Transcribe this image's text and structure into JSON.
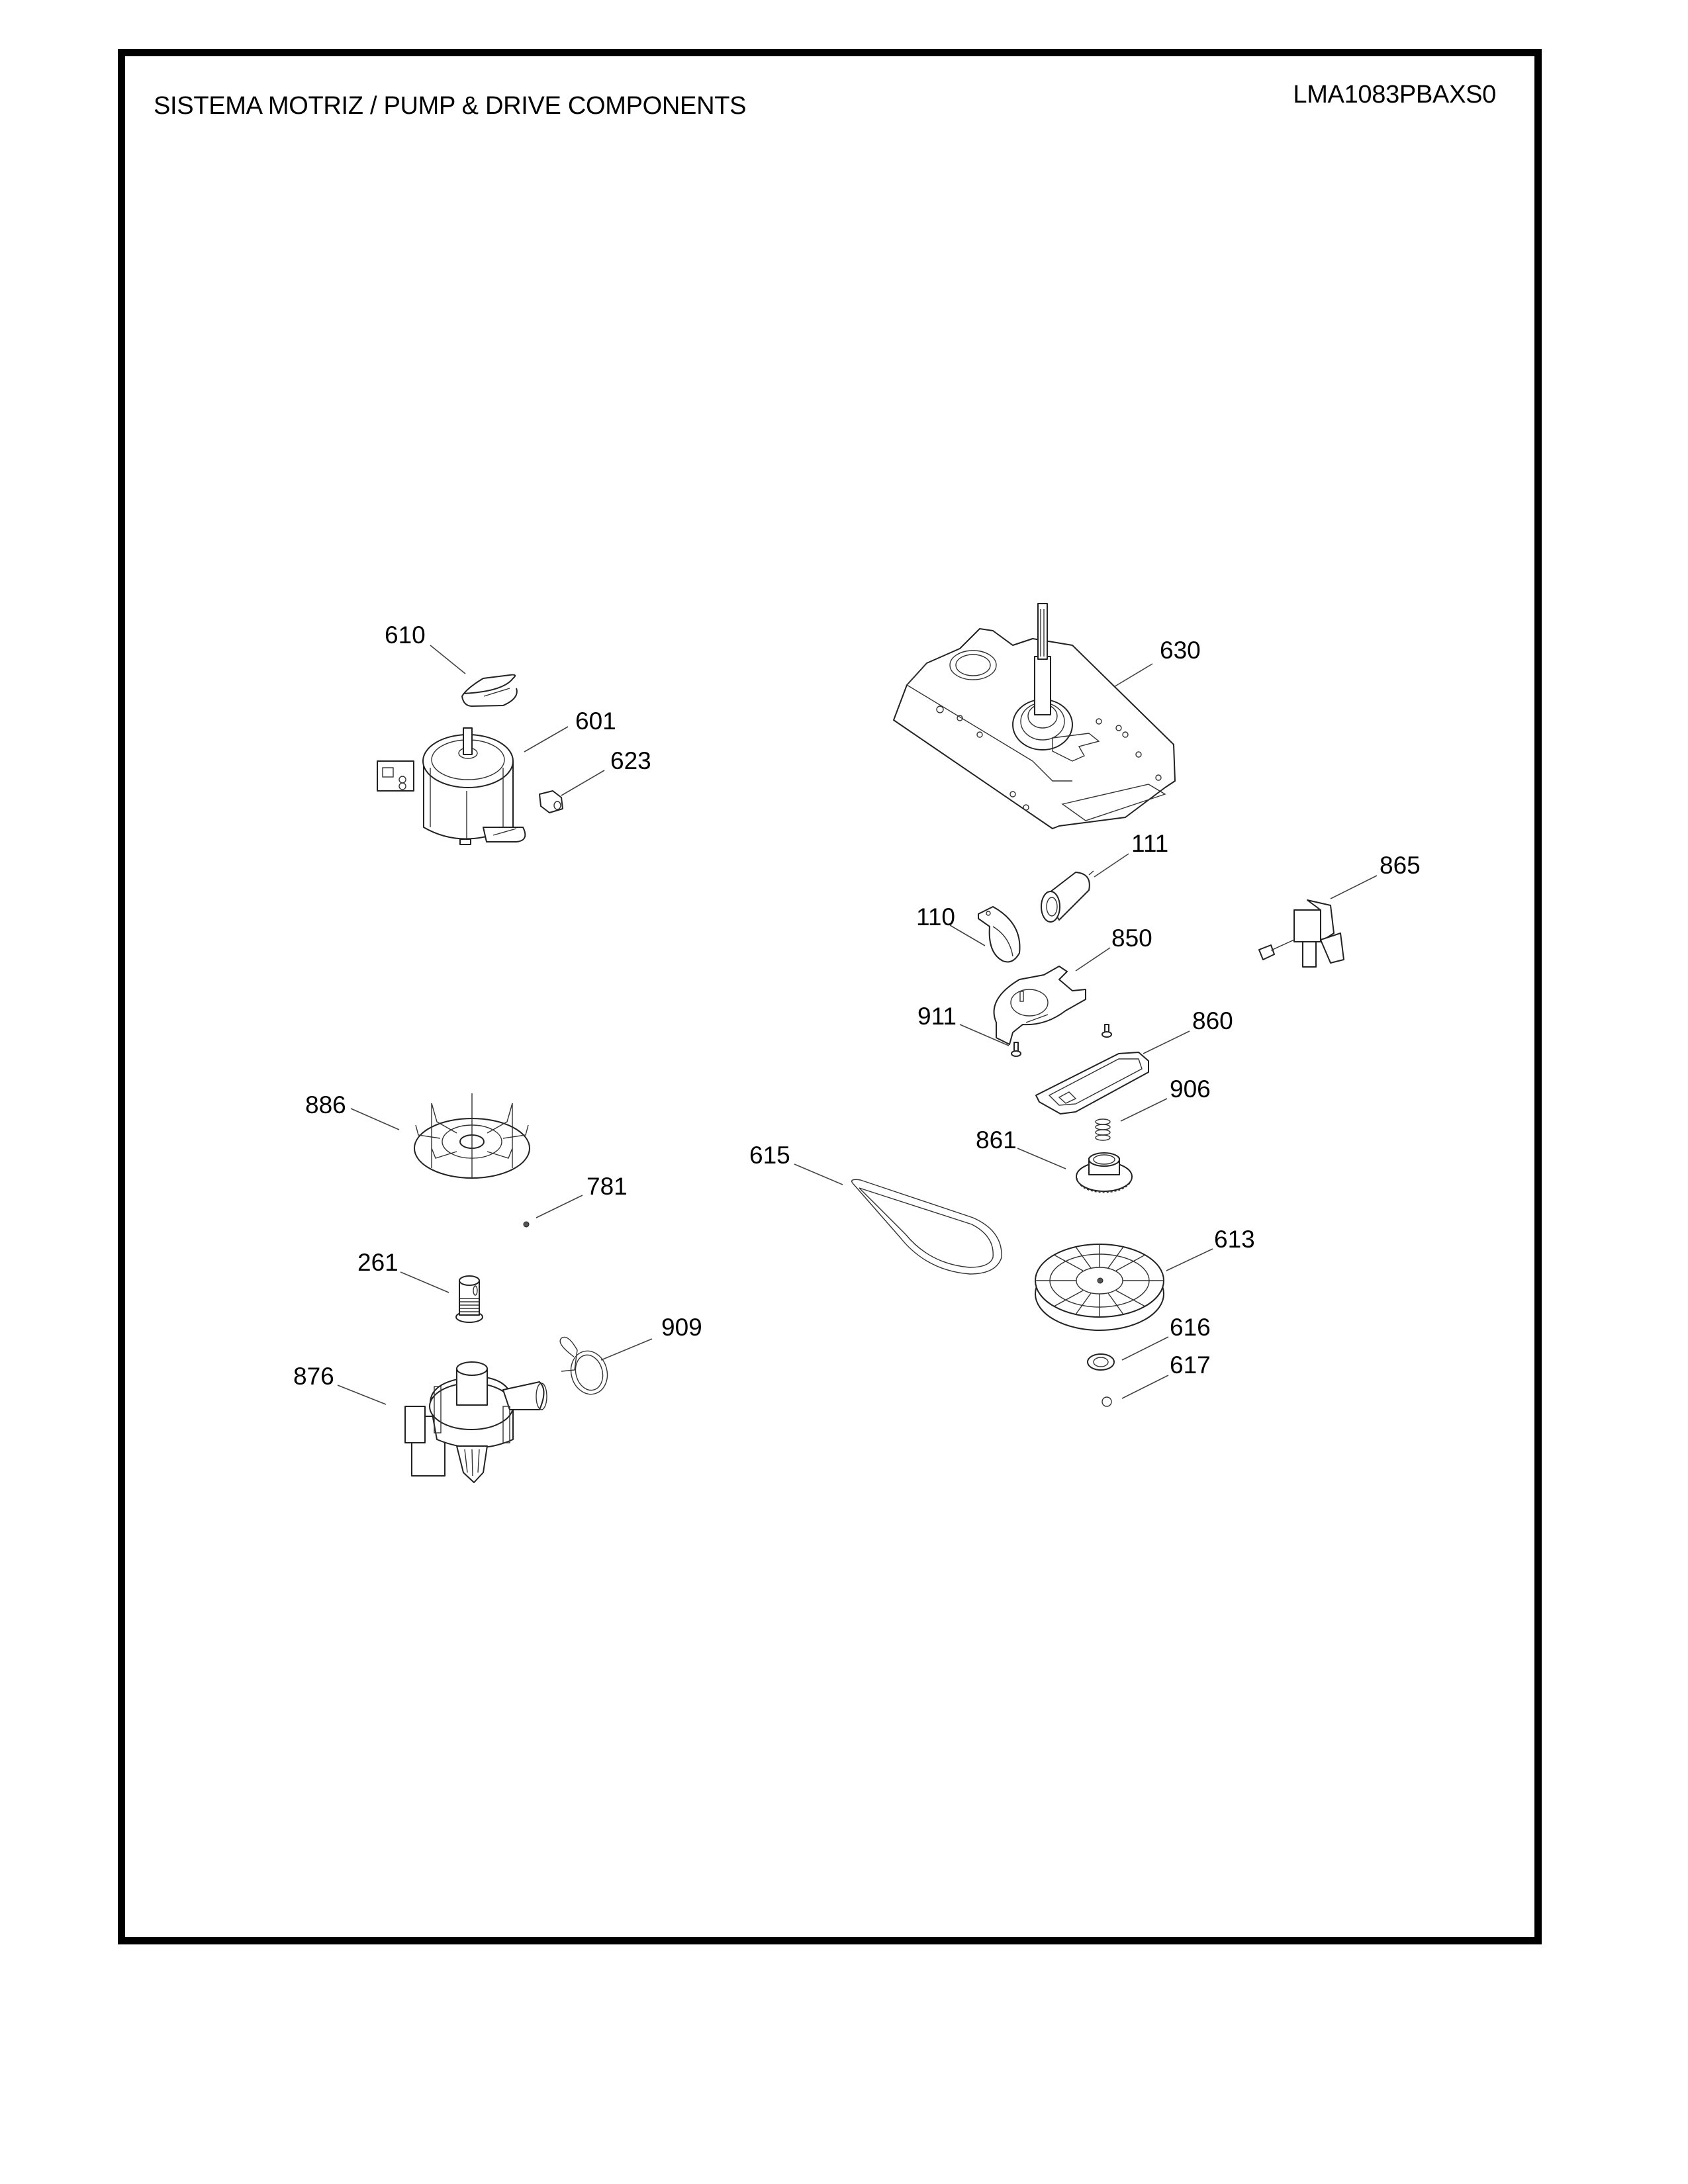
{
  "header": {
    "title": "SISTEMA MOTRIZ / PUMP  &  DRIVE COMPONENTS",
    "model": "LMA1083PBAXS0"
  },
  "parts": [
    {
      "id": "p610",
      "number": "610",
      "part": "motor-mount-plate"
    },
    {
      "id": "p601",
      "number": "601",
      "part": "drive-motor"
    },
    {
      "id": "p623",
      "number": "623",
      "part": "motor-connector"
    },
    {
      "id": "p630",
      "number": "630",
      "part": "transmission-base-plate"
    },
    {
      "id": "p111",
      "number": "111",
      "part": "capacitor"
    },
    {
      "id": "p110",
      "number": "110",
      "part": "capacitor-strap"
    },
    {
      "id": "p865",
      "number": "865",
      "part": "brake-solenoid"
    },
    {
      "id": "p850",
      "number": "850",
      "part": "clutch-bracket"
    },
    {
      "id": "p911",
      "number": "911",
      "part": "bracket-screw"
    },
    {
      "id": "p860",
      "number": "860",
      "part": "gasket-plate"
    },
    {
      "id": "p906",
      "number": "906",
      "part": "clutch-spring"
    },
    {
      "id": "p861",
      "number": "861",
      "part": "clutch-gear"
    },
    {
      "id": "p615",
      "number": "615",
      "part": "drive-belt"
    },
    {
      "id": "p613",
      "number": "613",
      "part": "drive-pulley"
    },
    {
      "id": "p616",
      "number": "616",
      "part": "pulley-washer"
    },
    {
      "id": "p617",
      "number": "617",
      "part": "retaining-ring"
    },
    {
      "id": "p886",
      "number": "886",
      "part": "motor-fan"
    },
    {
      "id": "p781",
      "number": "781",
      "part": "fan-screw"
    },
    {
      "id": "p261",
      "number": "261",
      "part": "pump-filter-plug"
    },
    {
      "id": "p909",
      "number": "909",
      "part": "hose-clamp"
    },
    {
      "id": "p876",
      "number": "876",
      "part": "drain-pump"
    }
  ]
}
